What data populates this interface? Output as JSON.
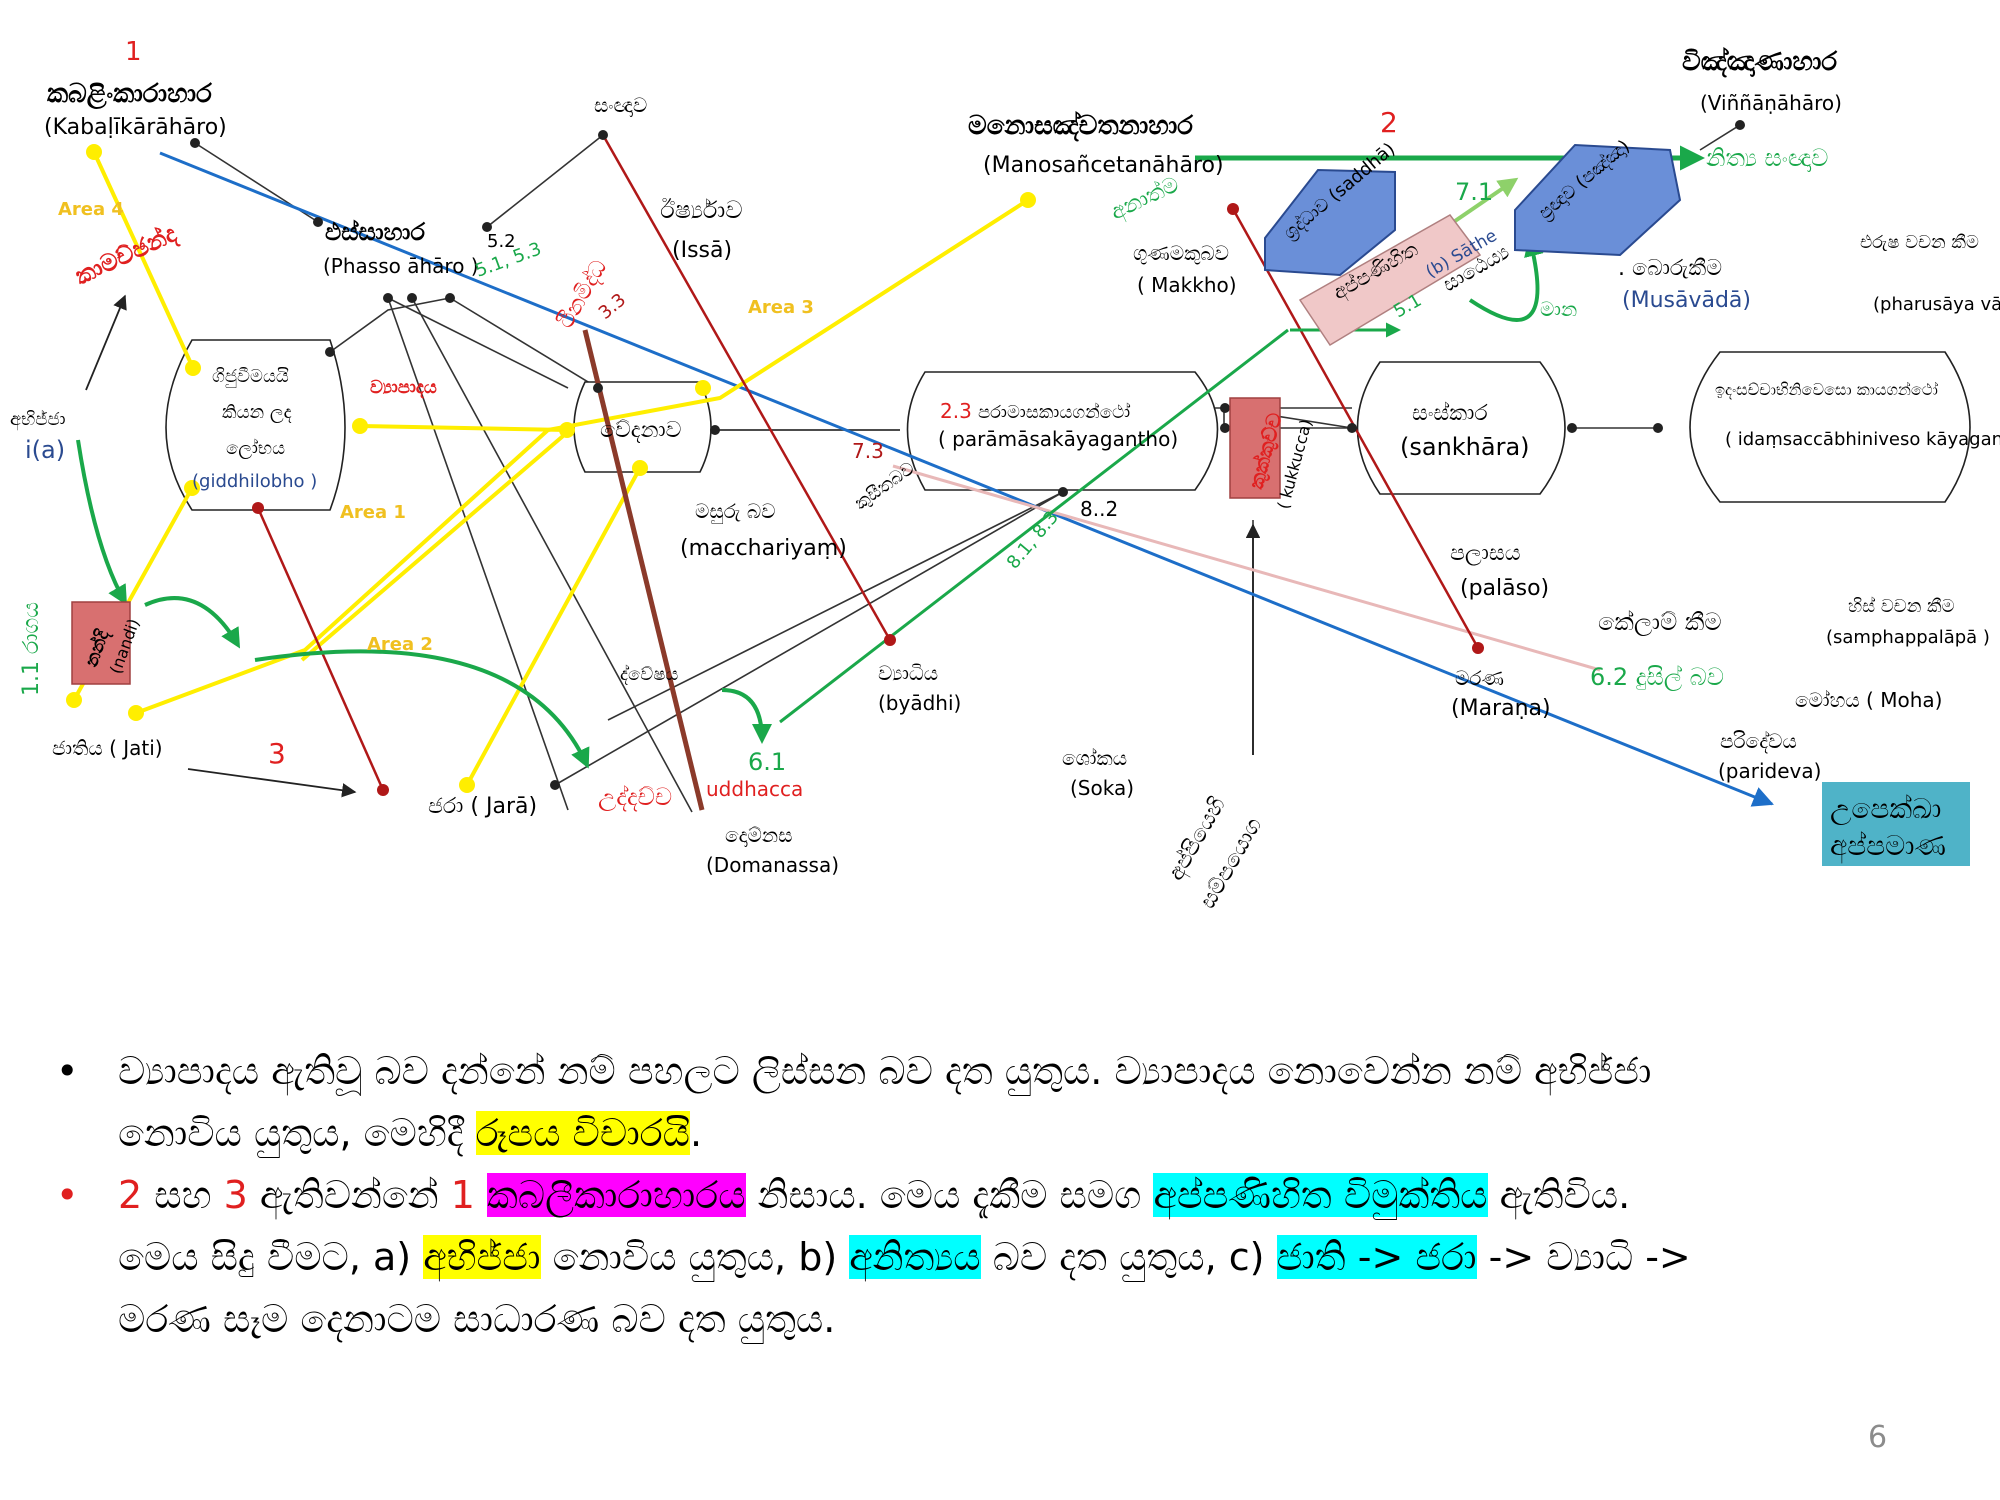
{
  "nodes": {
    "n1_num": "1",
    "kabalinkara_si": "කබළිංකාරාහාර",
    "kabalinkara_pali": "(Kabaḷīkārāhāro)",
    "sangnava_top": "සංඥාව",
    "manosancetana_si": "මනොසඤ්චතනාහාර",
    "manosancetana_pali": "(Manosañcetanāhāro)",
    "n2_num": "2",
    "vinnana_si": "විඤ්ඤාණාහාර",
    "vinnana_pali": "(Viññāṇāhāro)",
    "nithya_sangna": "නිත්‍ය සංඥාව",
    "area4": "Area 4",
    "kamachchanda": "කාමච්ඡන්ද",
    "phasso_si": "ඵස්සාහාර",
    "phasso_pali": "(Phasso āhāro )",
    "n52": "5.2",
    "n5153": "5.1, 5.3",
    "issa_si": "ඊර්ෂ්‍යාව",
    "issa_pali": "(Issā)",
    "anatta": "අනාත්ම",
    "makkho_si": "ගුණමකුබව",
    "makkho_pali": "( Makkho)",
    "saddha": "ශ්‍රද්ධාව (saddhā)",
    "panna": "ප්‍රඥාව (පඤ්ඤා)",
    "appanihita": "අප්පණිහිත",
    "n71": "7.1",
    "sathe": "(b) Sāthe",
    "n51": "5.1",
    "sathe_si": "සාඨෙය්‍ය",
    "mana": "මාන",
    "musavada_si": ". බොරුකීම",
    "musavada_pali": "(Musāvādā)",
    "pharusa_si": "එරුෂ වචන කීම",
    "pharusa_pali": "(pharusāya vācā)",
    "abhijja_si": "අභිජ්ජා",
    "abhijja_code": "i(a)",
    "giddhi_1": "ගිජුවීමයයි",
    "giddhi_2": "කියන ලද",
    "giddhi_3": "ලෝභය",
    "giddhi_pali": "(giddhilobho )",
    "vyapada": "ව්‍යාපාදය",
    "vedana": "වේදනාව",
    "area3": "Area 3",
    "thinamiddha": "ථිනමිද්ධ",
    "n33": "3.3",
    "paramasa_num": "2.3",
    "paramasa_si": "පරාමාසකායගන්ථෝ",
    "paramasa_pali": "( parāmāsakāyagantho)",
    "kukkucca_si": "කුක්කුච්ච",
    "kukkucca_pali": "( kukkucca)",
    "sankhara_si": "සංස්කාර",
    "sankhara_pali": "(sankhāra)",
    "idam_si": "ඉදංසච්චාභිනිවෙසො කායගන්ථෝ",
    "idam_pali": "( idaṃsaccābhiniveso kāyagantho)",
    "area1": "Area 1",
    "n73": "7.3",
    "kusita": "කුසීතබව",
    "macchariya_si": "මසුරු බව",
    "macchariya_pali": "(macchariyaṃ)",
    "n82": "8..2",
    "n8183": "8.1, 8.3",
    "palasa_si": "පලාසය",
    "palasa_pali": "(palāso)",
    "kelam": "කේලාම් කීම",
    "samphappalapa_si": "හිස් වචන කීම",
    "samphappalapa_pali": "(samphappalāpā )",
    "raga": "1.1 රාගය",
    "nandi_si": "නන්දි",
    "nandi_pali": "(nandi)",
    "area2": "Area 2",
    "dvesha": "ද්වේෂය",
    "vyadhi_si": "ව්‍යාධිය",
    "vyadhi_pali": "(byādhi)",
    "n62": "6.2 දුසිල් බව",
    "marana_si": "මරණ",
    "marana_pali": "(Maraṇa)",
    "moha": "මෝහය ( Moha)",
    "jati": "ජාතිය ( Jati)",
    "n3_num": "3",
    "jara": "ජරා ( Jarā)",
    "uddhacca_si": "උද්දච්ච",
    "uddhacca_pali": "uddhacca",
    "n61": "6.1",
    "domanassa_si": "දොම්නස",
    "domanassa_pali": "(Domanassa)",
    "soka_si": "ශෝකය",
    "soka_pali": "(Soka)",
    "appiya_1": "අප්පියෙහි",
    "appiya_2": "සම්පයොග",
    "parideva_si": "පරිදේවය",
    "parideva_pali": "(parideva)",
    "upekkha_1": "උපෙක්ඛා",
    "upekkha_2": "අප්පමාණ"
  },
  "bullets": {
    "b1_part1": "ව්‍යාපාදය ඇතිවූ බව දන්නේ නම් පහලට ලිස්සන බව දත යුතුය. ව්‍යාපාදය නොවෙන්න නම් අභිජ්ජා",
    "b1_part2": "නොවිය යුතුය, මෙහිදී",
    "b1_hl": "රූපය විචාරයි",
    "b1_end": ".",
    "b2_n2": "2",
    "b2_saha": "සහ",
    "b2_n3": "3",
    "b2_t1": "ඇතිවන්නේ",
    "b2_n1": "1",
    "b2_hl1": "කබලීකාරාහාරය",
    "b2_t2": "නිසාය. මෙය දැකීම සමග",
    "b2_hl2": "අප්පණිහිත විමුක්තිය",
    "b2_t3": "ඇතිවිය.",
    "b2_t4": "මෙය සිදු වීමට, a)",
    "b2_hl3": "අභිජ්ජා",
    "b2_t5": "නොවිය යුතුය, b)",
    "b2_hl4": "අනිත්‍යය",
    "b2_t6": "බව දත යුතුය, c)",
    "b2_hl5": "ජාති -> ජරා",
    "b2_t7": "-> ව්‍යාධි ->",
    "b2_t8": "මරණ සෑම දෙනාටම සාධාරණ බව දත යුතුය."
  },
  "page_number": "6",
  "colors": {
    "yellow": "#ffee00",
    "green": "#1aa84a",
    "blue": "#1d6ec8",
    "darkred": "#b01818",
    "red": "#e02020",
    "orange": "#f0c020",
    "teal": "#4fb3c8",
    "hexblue": "#6a8fd8"
  }
}
